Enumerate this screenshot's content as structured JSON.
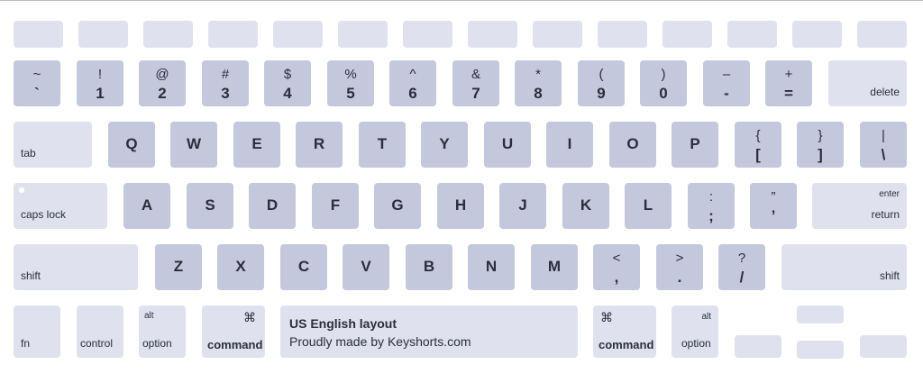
{
  "keyboard": {
    "num_row": [
      {
        "top": "~",
        "bot": "`"
      },
      {
        "top": "!",
        "bot": "1"
      },
      {
        "top": "@",
        "bot": "2"
      },
      {
        "top": "#",
        "bot": "3"
      },
      {
        "top": "$",
        "bot": "4"
      },
      {
        "top": "%",
        "bot": "5"
      },
      {
        "top": "^",
        "bot": "6"
      },
      {
        "top": "&",
        "bot": "7"
      },
      {
        "top": "*",
        "bot": "8"
      },
      {
        "top": "(",
        "bot": "9"
      },
      {
        "top": ")",
        "bot": "0"
      },
      {
        "top": "–",
        "bot": "-"
      },
      {
        "top": "+",
        "bot": "="
      }
    ],
    "delete": "delete",
    "tab": "tab",
    "q_row": [
      "Q",
      "W",
      "E",
      "R",
      "T",
      "Y",
      "U",
      "I",
      "O",
      "P"
    ],
    "bracket_left": {
      "top": "{",
      "bot": "["
    },
    "bracket_right": {
      "top": "}",
      "bot": "]"
    },
    "pipe": {
      "top": "|",
      "bot": "\\"
    },
    "caps_lock": "caps lock",
    "a_row": [
      "A",
      "S",
      "D",
      "F",
      "G",
      "H",
      "J",
      "K",
      "L"
    ],
    "semicolon": {
      "top": ":",
      "bot": ";"
    },
    "quote": {
      "top": "”",
      "bot": "’"
    },
    "enter": "enter",
    "return": "return",
    "shift": "shift",
    "z_row": [
      "Z",
      "X",
      "C",
      "V",
      "B",
      "N",
      "M"
    ],
    "comma": {
      "top": "<",
      "bot": ","
    },
    "period": {
      "top": ">",
      "bot": "."
    },
    "slash": {
      "top": "?",
      "bot": "/"
    },
    "fn": "fn",
    "control": "control",
    "alt": "alt",
    "option": "option",
    "cmd_symbol": "⌘",
    "command": "command",
    "info_title": "US English layout",
    "info_sub": "Proudly made by Keyshorts.com"
  }
}
